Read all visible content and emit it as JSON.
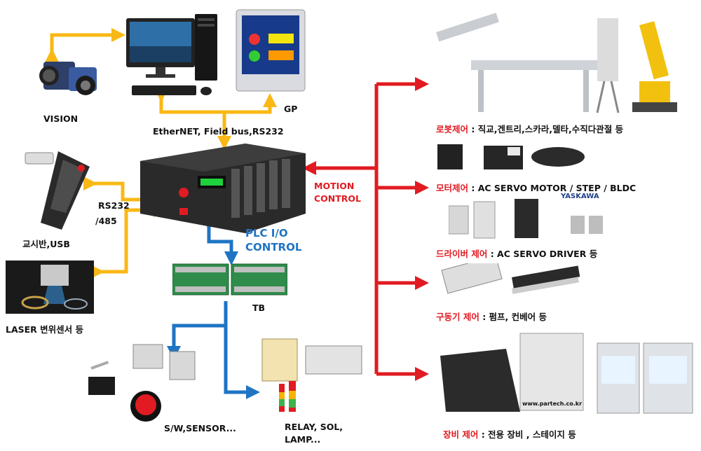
{
  "labels": {
    "vision": "VISION",
    "gp": "GP",
    "network": "EtherNET,  Field bus,RS232",
    "rs232": "RS232",
    "rs485": "/485",
    "teach": "교시반,USB",
    "laser": "LASER 변위센서 등",
    "plc_io_1": "PLC I/O",
    "plc_io_2": "CONTROL",
    "tb": "TB",
    "sw_sensor": "S/W,SENSOR...",
    "relay_1": "RELAY,  SOL,",
    "relay_2": "LAMP...",
    "motion_1": "MOTION",
    "motion_2": "CONTROL"
  },
  "categories": [
    {
      "key": "로봇제어",
      "value": " : 직교,겐트리,스카라,델타,수직다관절   등"
    },
    {
      "key": "모터제어",
      "value": " : AC SERVO  MOTOR / STEP / BLDC"
    },
    {
      "key": "드라이버 제어",
      "value": " : AC SERVO  DRIVER 등"
    },
    {
      "key": "구동기 제어",
      "value": " : 펌프,  컨베어 등"
    },
    {
      "key": "장비 제어",
      "value": " : 전용 장비 , 스테이지 등"
    }
  ],
  "yaskawa": "YASKAWA",
  "website": "www.partech.co.kr",
  "colors": {
    "yellow": "#f9b815",
    "red": "#e11b22",
    "blue": "#1f74c4"
  }
}
